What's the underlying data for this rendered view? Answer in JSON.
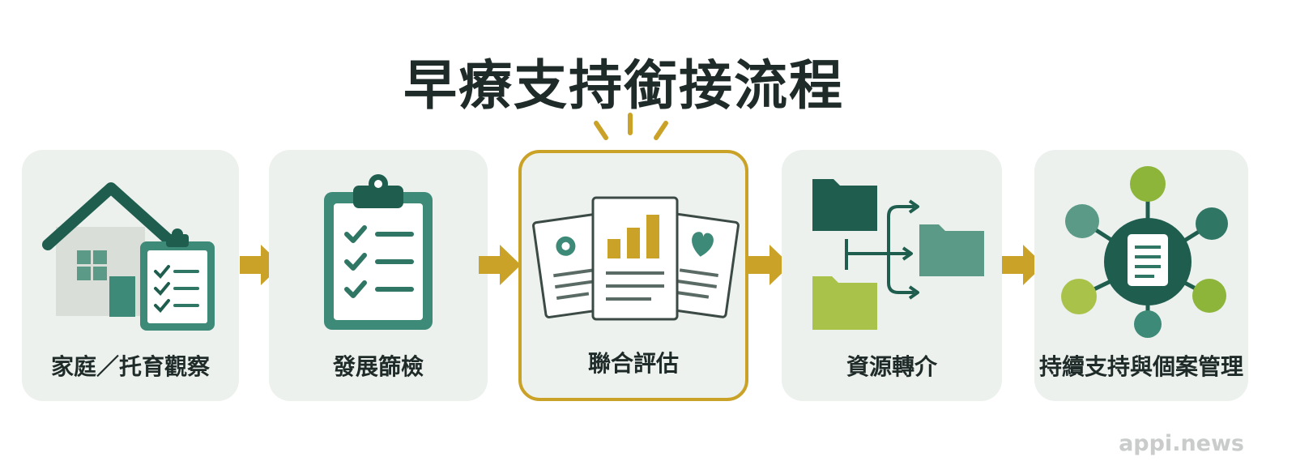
{
  "title": "早療支持銜接流程",
  "steps": [
    {
      "label": "家庭／托育觀察",
      "icon": "house-clipboard-icon"
    },
    {
      "label": "發展篩檢",
      "icon": "clipboard-checklist-icon"
    },
    {
      "label": "聯合評估",
      "icon": "report-documents-icon"
    },
    {
      "label": "資源轉介",
      "icon": "folder-routing-icon"
    },
    {
      "label": "持續支持與個案管理",
      "icon": "network-hub-icon"
    }
  ],
  "active_step": "聯合評估",
  "watermark": "appi.news",
  "colors": {
    "dark_green": "#1f5e4e",
    "mid_green": "#3c8a77",
    "light_green": "#a9c24a",
    "accent_gold": "#c9a227",
    "card_bg": "#edf1ee"
  }
}
